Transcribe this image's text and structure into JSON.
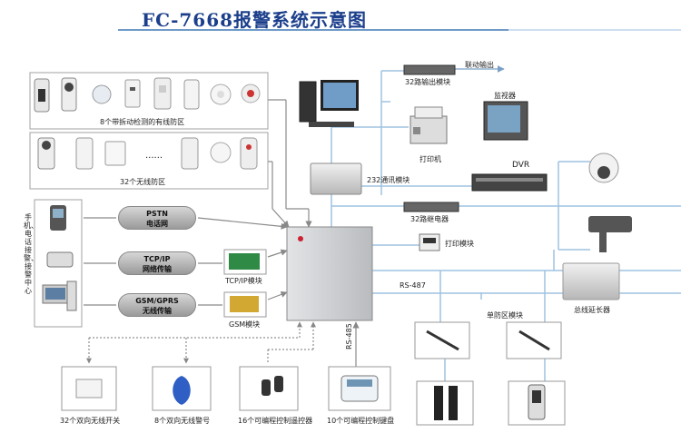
{
  "title": "FC-7668报警系统示意图",
  "labels": {
    "wired_zone": "8个带拆动检测的有线防区",
    "wireless_zone": "32个无线防区",
    "dots": "......",
    "pstn_top": "PSTN",
    "pstn_bottom": "电话网",
    "tcpip_top": "TCP/IP",
    "tcpip_bottom": "网络传输",
    "gsm_top": "GSM/GPRS",
    "gsm_bottom": "无线传输",
    "tcpip_module": "TCP/IP模块",
    "gsm_module": "GSM模块",
    "alarm_center": "手机、电话接警、接警中心",
    "output_32": "32路输出模块",
    "linkage_output": "联动输出",
    "printer": "打印机",
    "comm_232": "232通讯模块",
    "monitor": "监视器",
    "dvr": "DVR",
    "relay_32": "32路继电器",
    "print_module": "打印模块",
    "rs487": "RS-487",
    "rs485": "RS-485",
    "bus_extender": "总线延长器",
    "single_zone": "单防区模块",
    "wireless_switch": "32个双向无线开关",
    "wireless_siren": "8个双向无线警号",
    "remote": "16个可编程控制遥控器",
    "keypad": "10个可编程控制键盘"
  },
  "colors": {
    "title": "#1c3f8c",
    "line": "#9fc3e0",
    "accent": "#1a5fa8",
    "panel": "#c9cccf"
  }
}
